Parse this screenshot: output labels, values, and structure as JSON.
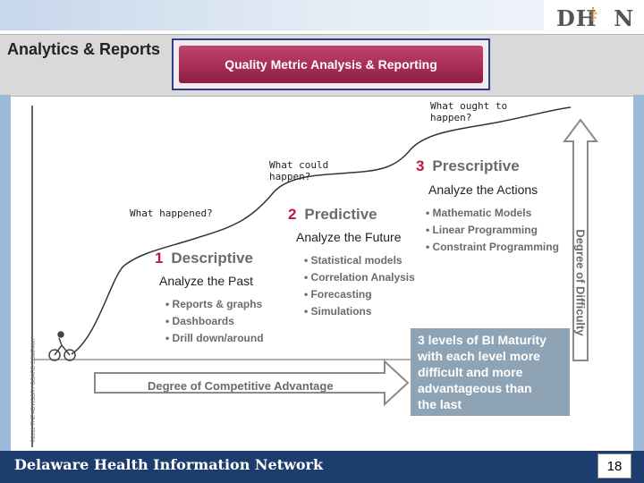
{
  "logo": {
    "text_left": "DH",
    "text_right": "N"
  },
  "header": {
    "title": "Analytics & Reports",
    "banner": "Quality Metric Analysis & Reporting"
  },
  "questions": {
    "q1": "What happened?",
    "q2_line1": "What could",
    "q2_line2": "happen?",
    "q3_line1": "What ought to",
    "q3_line2": "happen?"
  },
  "levels": [
    {
      "number": "1",
      "name": "Descriptive",
      "subtitle": "Analyze the Past",
      "bullets": [
        "Reports & graphs",
        "Dashboards",
        "Drill down/around"
      ]
    },
    {
      "number": "2",
      "name": "Predictive",
      "subtitle": "Analyze the Future",
      "bullets": [
        "Statistical models",
        "Correlation Analysis",
        "Forecasting",
        "Simulations"
      ]
    },
    {
      "number": "3",
      "name": "Prescriptive",
      "subtitle": "Analyze the Actions",
      "bullets": [
        "Mathematic Models",
        "Linear Programming",
        "Constraint Programming"
      ]
    }
  ],
  "axes": {
    "y_label": "Degree of Difficulty",
    "x_label": "Degree of Competitive Advantage"
  },
  "infobox": {
    "line1": "3 levels of BI Maturity",
    "line2": "with each level more",
    "line3": "difficult and more",
    "line4": "advantageous than",
    "line5": "the last"
  },
  "copyright": "©2011 THE ADVISORY BOARD COMPANY",
  "footer": {
    "org": "Delaware Health Information Network",
    "page": "18"
  },
  "colors": {
    "footer_bg": "#1d3d6e",
    "banner": "#a8325a",
    "level_number": "#c0183a",
    "infobox": "#8ea3b4"
  }
}
